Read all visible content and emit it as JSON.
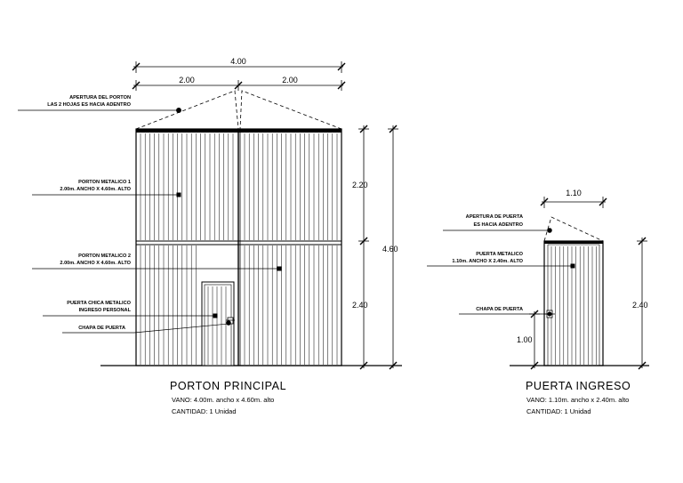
{
  "porton": {
    "dims": {
      "total_width": "4.00",
      "leaf_left": "2.00",
      "leaf_right": "2.00",
      "upper_height": "2.20",
      "total_height": "4.60",
      "lower_height": "2.40"
    },
    "labels": {
      "apertura_l1": "APERTURA DEL PORTON",
      "apertura_l2": "LAS 2 HOJAS ES HACIA ADENTRO",
      "porton1_l1": "PORTON METALICO 1",
      "porton1_l2": "2.00m. ANCHO X 4.60m. ALTO",
      "porton2_l1": "PORTON METALICO 2",
      "porton2_l2": "2.00m. ANCHO X 4.60m. ALTO",
      "puerta_chica_l1": "PUERTA CHICA METALICO",
      "puerta_chica_l2": "INGRESO PERSONAL",
      "chapa": "CHAPA DE PUERTA"
    },
    "title": "PORTON PRINCIPAL",
    "vano": "VANO: 4.00m. ancho x 4.60m. alto",
    "cantidad": "CANTIDAD: 1 Unidad"
  },
  "puerta": {
    "dims": {
      "width": "1.10",
      "height": "2.40",
      "chapa_height": "1.00"
    },
    "labels": {
      "apertura_l1": "APERTURA DE PUERTA",
      "apertura_l2": "ES HACIA ADENTRO",
      "metalico_l1": "PUERTA METALICO",
      "metalico_l2": "1.10m. ANCHO X 2.40m. ALTO",
      "chapa": "CHAPA DE PUERTA"
    },
    "title": "PUERTA INGRESO",
    "vano": "VANO: 1.10m. ancho x 2.40m. alto",
    "cantidad": "CANTIDAD: 1 Unidad"
  }
}
